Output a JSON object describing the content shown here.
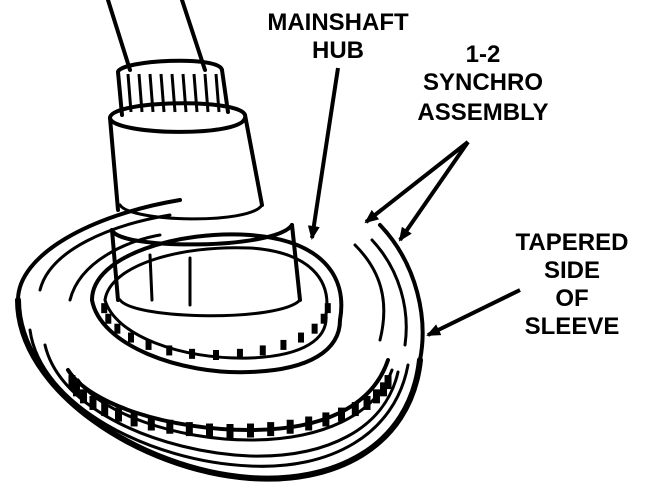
{
  "labels": {
    "mainshaft_hub": [
      "MAINSHAFT",
      "HUB"
    ],
    "synchro_assembly": [
      "1-2",
      "SYNCHRO",
      "ASSEMBLY"
    ],
    "tapered_side": [
      "TAPERED",
      "SIDE",
      "OF",
      "SLEEVE"
    ]
  },
  "colors": {
    "ink": "#000000",
    "paper": "#ffffff"
  }
}
